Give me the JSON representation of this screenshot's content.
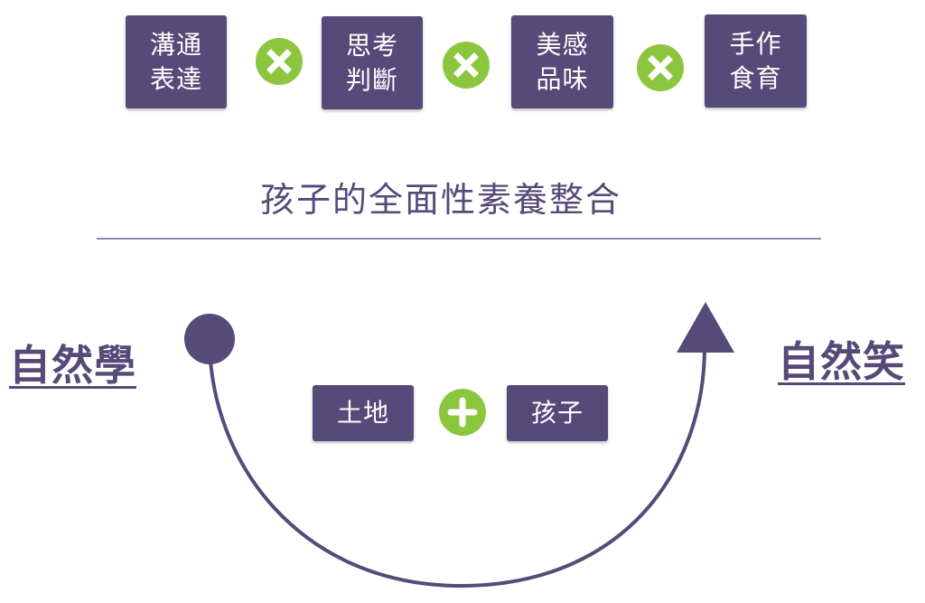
{
  "colors": {
    "box": "#564a78",
    "operator": "#8cc63f",
    "text": "#564a78",
    "divider": "#8e89a6"
  },
  "top_row": [
    {
      "line1": "溝通",
      "line2": "表達"
    },
    {
      "line1": "思考",
      "line2": "判斷"
    },
    {
      "line1": "美感",
      "line2": "品味"
    },
    {
      "line1": "手作",
      "line2": "食育"
    }
  ],
  "top_operator_icon": "multiply-icon",
  "subtitle": "孩子的全面性素養整合",
  "left_label": "自然學",
  "right_label": "自然笑",
  "bottom_row": {
    "left": "土地",
    "right": "孩子",
    "operator_icon": "plus-icon"
  }
}
